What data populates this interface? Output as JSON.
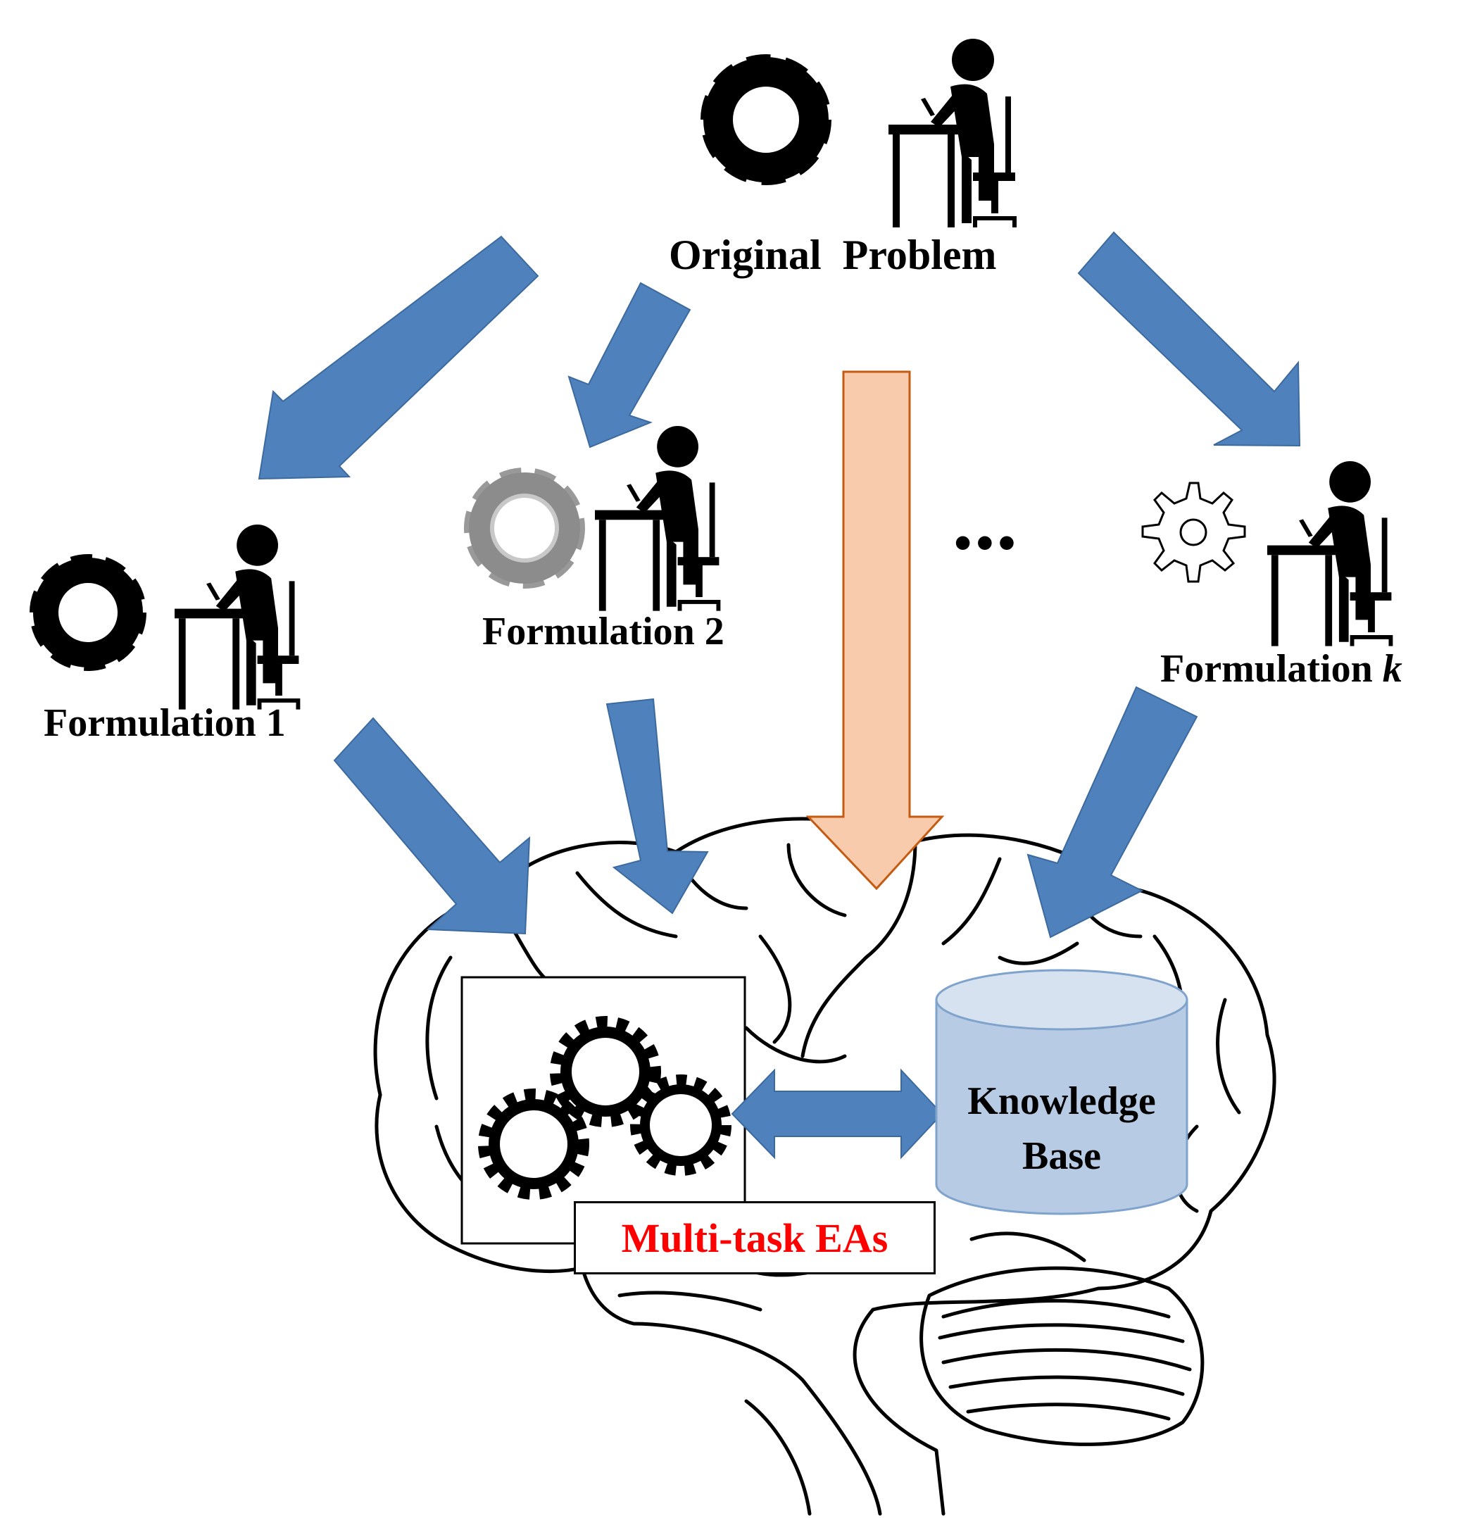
{
  "original": {
    "label": "Original  Problem"
  },
  "formulations": [
    {
      "label": "Formulation 1",
      "gear_style": "solid-black"
    },
    {
      "label": "Formulation 2",
      "gear_style": "gray"
    },
    {
      "label_prefix": "Formulation ",
      "label_var": "k",
      "gear_style": "outline"
    }
  ],
  "ellipsis": "•••",
  "knowledge_base": {
    "line1": "Knowledge",
    "line2": "Base"
  },
  "engine": {
    "label": "Multi-task EAs"
  },
  "colors": {
    "arrow_blue": "#4f81bd",
    "arrow_peach": "#f8cbad",
    "arrow_peach_stroke": "#c55a11",
    "cylinder_fill": "#b7cce4",
    "cylinder_top": "#d6e2f0",
    "engine_text": "#ff0000"
  },
  "icons": [
    "gear-icon",
    "person-at-desk-icon",
    "gears-cluster-icon",
    "database-cylinder-icon",
    "brain-outline"
  ]
}
